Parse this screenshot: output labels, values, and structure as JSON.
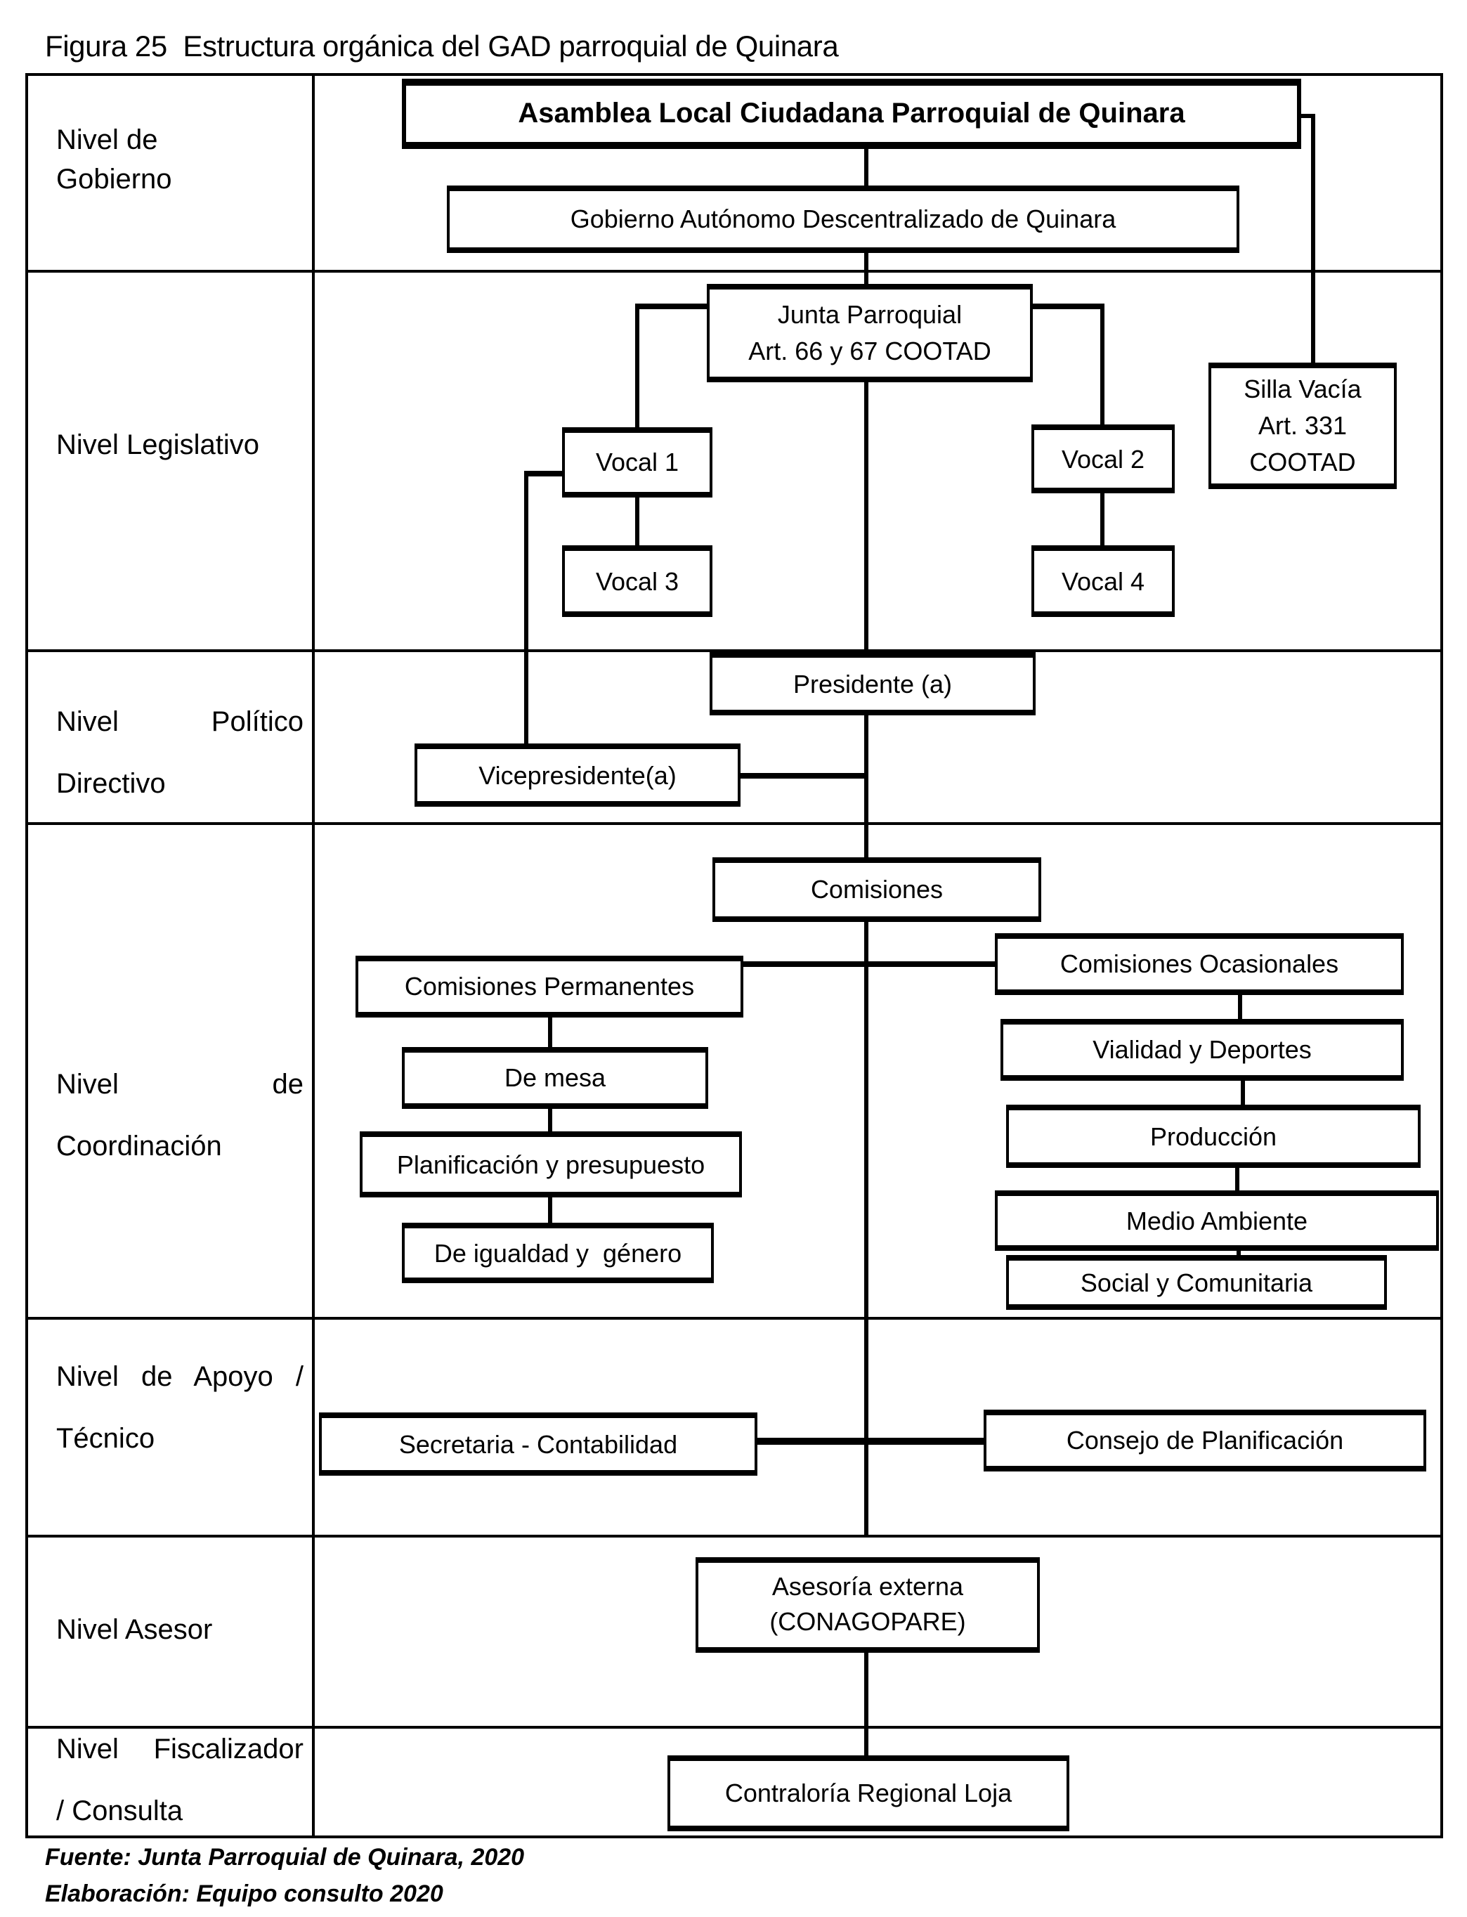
{
  "page": {
    "title": "Figura 25  Estructura orgánica del GAD parroquial de Quinara",
    "footer": {
      "fuente": "Fuente: Junta Parroquial de Quinara, 2020",
      "elaboracion": "Elaboración: Equipo consulto 2020"
    }
  },
  "levels": {
    "gobierno": {
      "line1": "Nivel de",
      "line2": "Gobierno"
    },
    "legislativo": {
      "line1": "Nivel Legislativo"
    },
    "politico": {
      "line1": "Nivel Político",
      "line2": "Directivo"
    },
    "coordinacion": {
      "line1": "Nivel de",
      "line2": "Coordinación"
    },
    "apoyo": {
      "line1": "Nivel de Apoyo /",
      "line2": "Técnico"
    },
    "asesor": {
      "line1": "Nivel Asesor"
    },
    "fiscalizador": {
      "line1": "Nivel Fiscalizador",
      "line2": "/ Consulta"
    }
  },
  "nodes": {
    "asamblea": {
      "label": "Asamblea Local Ciudadana Parroquial de Quinara"
    },
    "gobierno": {
      "label": "Gobierno Autónomo Descentralizado de Quinara"
    },
    "junta": {
      "line1": "Junta Parroquial",
      "line2": "Art. 66 y 67 COOTAD"
    },
    "silla_vacia": {
      "line1": "Silla Vacía",
      "line2": "Art. 331",
      "line3": "COOTAD"
    },
    "vocal1": {
      "label": "Vocal 1"
    },
    "vocal2": {
      "label": "Vocal 2"
    },
    "vocal3": {
      "label": "Vocal 3"
    },
    "vocal4": {
      "label": "Vocal 4"
    },
    "presidente": {
      "label": "Presidente (a)"
    },
    "vicepresidente": {
      "label": "Vicepresidente(a)"
    },
    "comisiones": {
      "label": "Comisiones"
    },
    "comisiones_permanentes": {
      "label": "Comisiones Permanentes"
    },
    "comisiones_ocasionales": {
      "label": "Comisiones Ocasionales"
    },
    "de_mesa": {
      "label": "De mesa"
    },
    "planificacion_presupuesto": {
      "label": "Planificación y presupuesto"
    },
    "igualdad_genero": {
      "label": "De igualdad y  género"
    },
    "vialidad_deportes": {
      "label": "Vialidad y Deportes"
    },
    "produccion": {
      "label": "Producción"
    },
    "medio_ambiente": {
      "label": "Medio Ambiente"
    },
    "social_comunitaria": {
      "label": "Social y Comunitaria"
    },
    "secretaria": {
      "label": "Secretaria - Contabilidad"
    },
    "consejo_planificacion": {
      "label": "Consejo de Planificación"
    },
    "asesoria_externa": {
      "line1": "Asesoría externa",
      "line2": "(CONAGOPARE)"
    },
    "contraloria": {
      "label": "Contraloría Regional Loja"
    }
  },
  "colors": {
    "ink": "#000000",
    "background": "#ffffff"
  }
}
